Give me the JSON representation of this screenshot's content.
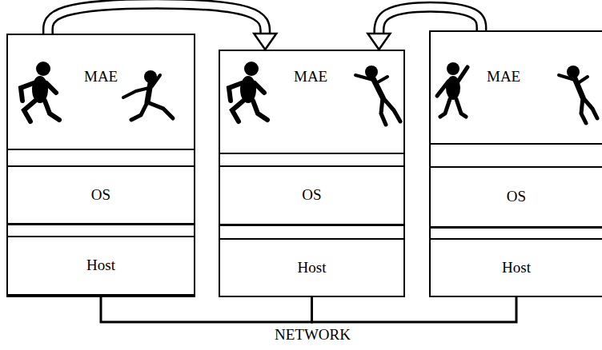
{
  "diagram": {
    "nodes": [
      {
        "text": [
          "MAE"
        ]
      },
      {
        "text": [
          "OS"
        ],
        "in": 0
      },
      {
        "text": [
          "Host"
        ],
        "in": 0
      },
      {
        "text": [
          "MAE"
        ]
      },
      {
        "text": [
          "OS"
        ],
        "in": 3
      },
      {
        "text": [
          "Host"
        ],
        "in": 3
      },
      {
        "text": [
          "MAE"
        ]
      },
      {
        "text": [
          "OS"
        ],
        "in": 6
      },
      {
        "text": [
          "Host"
        ],
        "in": 6
      }
    ],
    "edges": [
      {
        "from": 0,
        "to": 3,
        "arrow": "to"
      },
      {
        "from": 6,
        "to": 3,
        "arrow": "to"
      },
      {
        "from": 2,
        "to": 5,
        "arrow": "none"
      },
      {
        "from": 5,
        "to": 8,
        "arrow": "none"
      }
    ],
    "labels": [
      "NETWORK"
    ]
  }
}
